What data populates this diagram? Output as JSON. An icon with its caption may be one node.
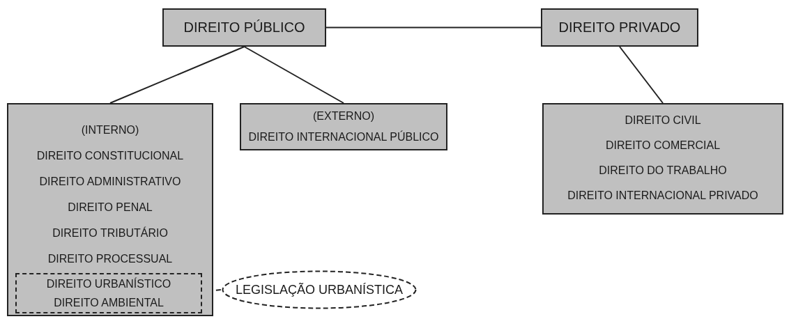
{
  "diagram": {
    "nodes": [
      {
        "text": [
          "DIREITO PÚBLICO"
        ]
      },
      {
        "text": [
          "DIREITO PRIVADO"
        ]
      },
      {
        "text": [
          "(INTERNO)",
          "DIREITO CONSTITUCIONAL",
          "DIREITO ADMINISTRATIVO",
          "DIREITO PENAL",
          "DIREITO TRIBUTÁRIO",
          "DIREITO PROCESSUAL"
        ]
      },
      {
        "text": [
          "DIREITO URBANÍSTICO",
          "DIREITO AMBIENTAL"
        ],
        "in": 2
      },
      {
        "text": [
          "(EXTERNO)",
          "DIREITO INTERNACIONAL PÚBLICO"
        ]
      },
      {
        "text": [
          "DIREITO CIVIL",
          "DIREITO COMERCIAL",
          "DIREITO DO TRABALHO",
          "DIREITO INTERNACIONAL PRIVADO"
        ]
      },
      {
        "text": [
          "LEGISLAÇÃO URBANÍSTICA"
        ]
      }
    ],
    "edges": [
      {
        "from": 0,
        "to": 1,
        "arrow": "none"
      },
      {
        "from": 0,
        "to": 2,
        "arrow": "none"
      },
      {
        "from": 0,
        "to": 4,
        "arrow": "none"
      },
      {
        "from": 1,
        "to": 5,
        "arrow": "none"
      },
      {
        "from": 3,
        "to": 6,
        "arrow": "none",
        "style": "dashed"
      }
    ]
  }
}
